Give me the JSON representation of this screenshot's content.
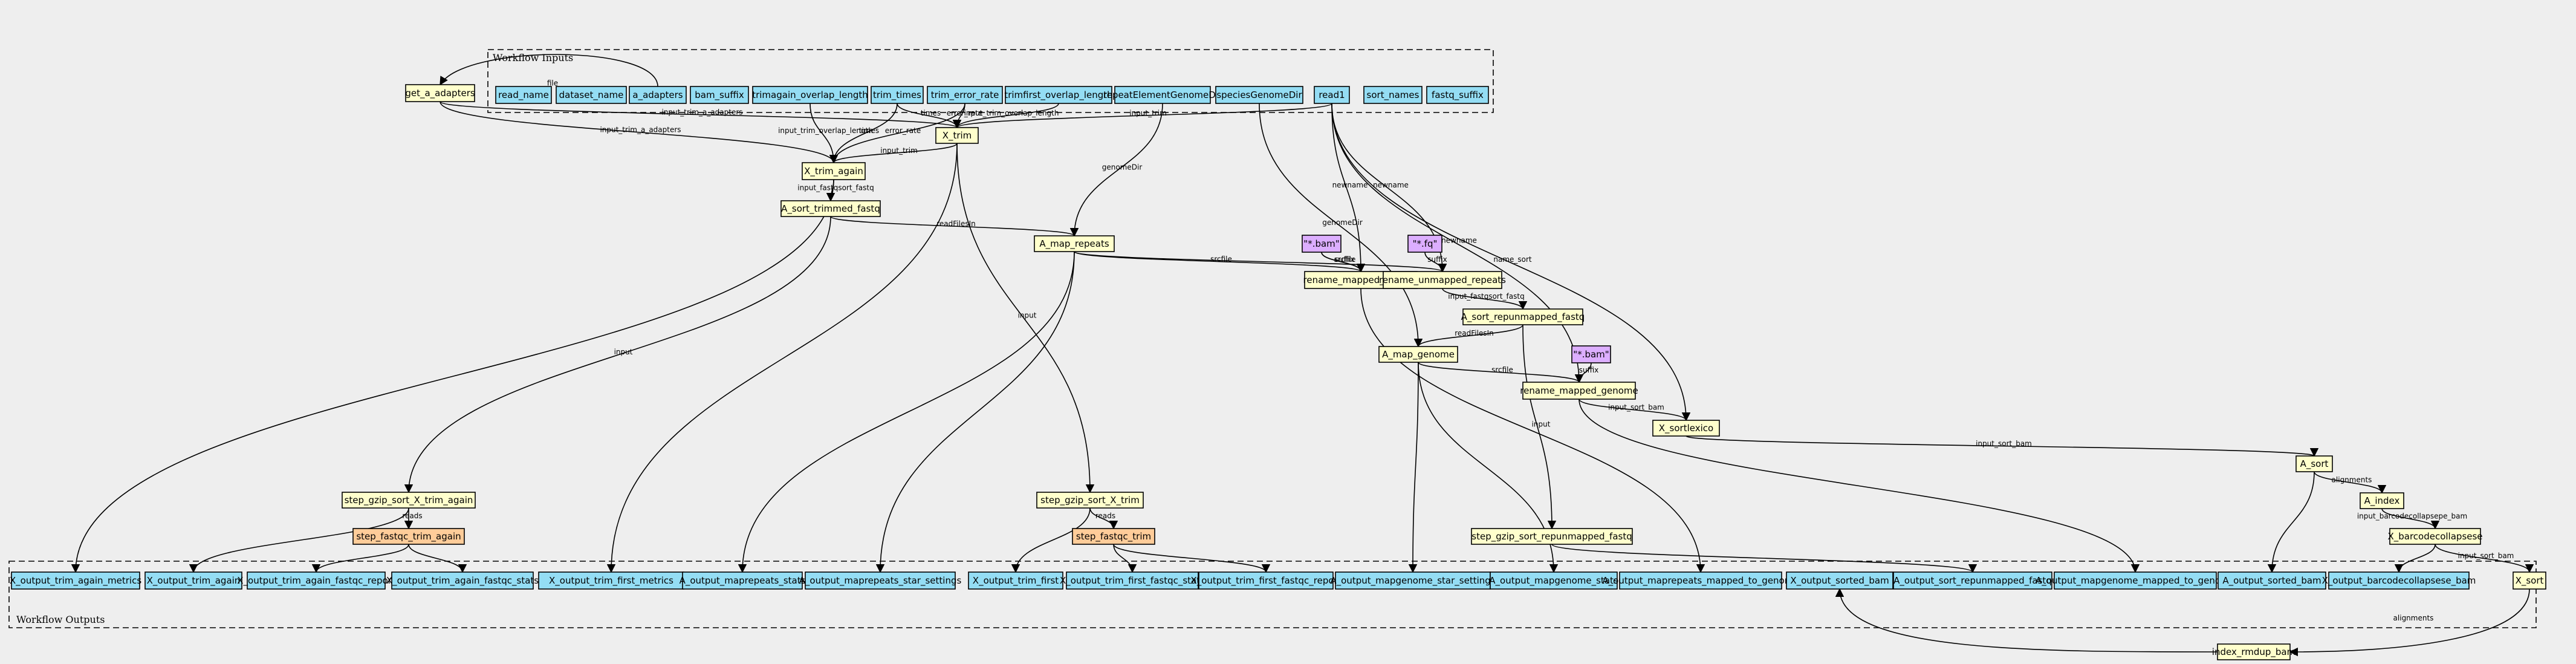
{
  "colors": {
    "background": "#eeeeee",
    "input": "#94ddf4",
    "step": "#ffffcc",
    "subworkflow": "#ffcc99",
    "constant": "#dcaeff"
  },
  "clusters": {
    "inputs": "Workflow Inputs",
    "outputs": "Workflow Outputs"
  },
  "nodes": {
    "read_name": {
      "label": "read_name",
      "kind": "input"
    },
    "dataset_name": {
      "label": "dataset_name",
      "kind": "input"
    },
    "a_adapters": {
      "label": "a_adapters",
      "kind": "input"
    },
    "bam_suffix": {
      "label": "bam_suffix",
      "kind": "input"
    },
    "trimagain_overlap_length": {
      "label": "trimagain_overlap_length",
      "kind": "input"
    },
    "trim_times": {
      "label": "trim_times",
      "kind": "input"
    },
    "trim_error_rate": {
      "label": "trim_error_rate",
      "kind": "input"
    },
    "trimfirst_overlap_length": {
      "label": "trimfirst_overlap_length",
      "kind": "input"
    },
    "repeatElementGenomeDir": {
      "label": "repeatElementGenomeDir",
      "kind": "input"
    },
    "speciesGenomeDir": {
      "label": "speciesGenomeDir",
      "kind": "input"
    },
    "read1": {
      "label": "read1",
      "kind": "input"
    },
    "sort_names": {
      "label": "sort_names",
      "kind": "input"
    },
    "fastq_suffix": {
      "label": "fastq_suffix",
      "kind": "input"
    },
    "get_a_adapters": {
      "label": "get_a_adapters",
      "kind": "step"
    },
    "X_trim": {
      "label": "X_trim",
      "kind": "step"
    },
    "X_trim_again": {
      "label": "X_trim_again",
      "kind": "step"
    },
    "A_sort_trimmed_fastq": {
      "label": "A_sort_trimmed_fastq",
      "kind": "step"
    },
    "A_map_repeats": {
      "label": "A_map_repeats",
      "kind": "step"
    },
    "bam_const1": {
      "label": "\"*.bam\"",
      "kind": "constant"
    },
    "fq_const": {
      "label": "\"*.fq\"",
      "kind": "constant"
    },
    "rename_mapped_repeats": {
      "label": "rename_mapped_repeats",
      "kind": "step"
    },
    "rename_unmapped_repeats": {
      "label": "rename_unmapped_repeats",
      "kind": "step"
    },
    "A_sort_repunmapped_fastq": {
      "label": "A_sort_repunmapped_fastq",
      "kind": "step"
    },
    "A_map_genome": {
      "label": "A_map_genome",
      "kind": "step"
    },
    "bam_const2": {
      "label": "\"*.bam\"",
      "kind": "constant"
    },
    "rename_mapped_genome": {
      "label": "rename_mapped_genome",
      "kind": "step"
    },
    "X_sortlexico": {
      "label": "X_sortlexico",
      "kind": "step"
    },
    "A_sort": {
      "label": "A_sort",
      "kind": "step"
    },
    "A_index": {
      "label": "A_index",
      "kind": "step"
    },
    "X_barcodecollapsese": {
      "label": "X_barcodecollapsese",
      "kind": "step"
    },
    "X_sort": {
      "label": "X_sort",
      "kind": "step"
    },
    "index_rmdup_bam": {
      "label": "index_rmdup_bam",
      "kind": "step"
    },
    "step_gzip_sort_X_trim_again": {
      "label": "step_gzip_sort_X_trim_again",
      "kind": "step"
    },
    "step_fastqc_trim_again": {
      "label": "step_fastqc_trim_again",
      "kind": "subworkflow"
    },
    "step_gzip_sort_X_trim": {
      "label": "step_gzip_sort_X_trim",
      "kind": "step"
    },
    "step_fastqc_trim": {
      "label": "step_fastqc_trim",
      "kind": "subworkflow"
    },
    "step_gzip_sort_repunmapped_fastq": {
      "label": "step_gzip_sort_repunmapped_fastq",
      "kind": "step"
    },
    "X_output_trim_again_metrics": {
      "label": "X_output_trim_again_metrics",
      "kind": "input"
    },
    "X_output_trim_again": {
      "label": "X_output_trim_again",
      "kind": "input"
    },
    "X_output_trim_again_fastqc_report": {
      "label": "X_output_trim_again_fastqc_report",
      "kind": "input"
    },
    "X_output_trim_again_fastqc_stats": {
      "label": "X_output_trim_again_fastqc_stats",
      "kind": "input"
    },
    "X_output_trim_first_metrics": {
      "label": "X_output_trim_first_metrics",
      "kind": "input"
    },
    "A_output_maprepeats_stats": {
      "label": "A_output_maprepeats_stats",
      "kind": "input"
    },
    "A_output_maprepeats_star_settings": {
      "label": "A_output_maprepeats_star_settings",
      "kind": "input"
    },
    "X_output_trim_first": {
      "label": "X_output_trim_first",
      "kind": "input"
    },
    "X_output_trim_first_fastqc_stats": {
      "label": "X_output_trim_first_fastqc_stats",
      "kind": "input"
    },
    "X_output_trim_first_fastqc_report": {
      "label": "X_output_trim_first_fastqc_report",
      "kind": "input"
    },
    "A_output_mapgenome_star_settings": {
      "label": "A_output_mapgenome_star_settings",
      "kind": "input"
    },
    "A_output_mapgenome_stats": {
      "label": "A_output_mapgenome_stats",
      "kind": "input"
    },
    "A_output_maprepeats_mapped_to_genome": {
      "label": "A_output_maprepeats_mapped_to_genome",
      "kind": "input"
    },
    "X_output_sorted_bam": {
      "label": "X_output_sorted_bam",
      "kind": "input"
    },
    "A_output_sort_repunmapped_fastq": {
      "label": "A_output_sort_repunmapped_fastq",
      "kind": "input"
    },
    "A_output_mapgenome_mapped_to_genome": {
      "label": "A_output_mapgenome_mapped_to_genome",
      "kind": "input"
    },
    "A_output_sorted_bam": {
      "label": "A_output_sorted_bam",
      "kind": "input"
    },
    "X_output_barcodecollapsese_bam": {
      "label": "X_output_barcodecollapsese_bam",
      "kind": "input"
    }
  },
  "edges": [
    {
      "from": "a_adapters",
      "to": "get_a_adapters",
      "label": "file"
    },
    {
      "from": "get_a_adapters",
      "to": "X_trim",
      "label": "input_trim_a_adapters"
    },
    {
      "from": "get_a_adapters",
      "to": "X_trim_again",
      "label": "input_trim_a_adapters"
    },
    {
      "from": "trim_times",
      "to": "X_trim",
      "label": "times"
    },
    {
      "from": "trim_error_rate",
      "to": "X_trim",
      "label": "error_rate"
    },
    {
      "from": "trimfirst_overlap_length",
      "to": "X_trim",
      "label": "input_trim_overlap_length"
    },
    {
      "from": "read1",
      "to": "X_trim",
      "label": "input_trim"
    },
    {
      "from": "trimagain_overlap_length",
      "to": "X_trim_again",
      "label": "input_trim_overlap_length"
    },
    {
      "from": "trim_times",
      "to": "X_trim_again",
      "label": "times"
    },
    {
      "from": "trim_error_rate",
      "to": "X_trim_again",
      "label": "error_rate"
    },
    {
      "from": "X_trim",
      "to": "X_trim_again",
      "label": "input_trim"
    },
    {
      "from": "X_trim_again",
      "to": "A_sort_trimmed_fastq",
      "label": "input_fastqsort_fastq"
    },
    {
      "from": "A_sort_trimmed_fastq",
      "to": "A_map_repeats",
      "label": "readFilesIn"
    },
    {
      "from": "repeatElementGenomeDir",
      "to": "A_map_repeats",
      "label": "genomeDir"
    },
    {
      "from": "A_map_repeats",
      "to": "rename_mapped_repeats",
      "label": "srcfile"
    },
    {
      "from": "bam_const1",
      "to": "rename_mapped_repeats",
      "label": "srcfile"
    },
    {
      "from": "bam_const1",
      "to": "rename_mapped_repeats",
      "label": "suffix"
    },
    {
      "from": "read1",
      "to": "rename_mapped_repeats",
      "label": "newname"
    },
    {
      "from": "A_map_repeats",
      "to": "rename_unmapped_repeats",
      "label": ""
    },
    {
      "from": "fq_const",
      "to": "rename_unmapped_repeats",
      "label": "suffix"
    },
    {
      "from": "read1",
      "to": "rename_unmapped_repeats",
      "label": "newname"
    },
    {
      "from": "rename_unmapped_repeats",
      "to": "A_sort_repunmapped_fastq",
      "label": "input_fastqsort_fastq"
    },
    {
      "from": "A_sort_repunmapped_fastq",
      "to": "A_map_genome",
      "label": "readFilesIn"
    },
    {
      "from": "speciesGenomeDir",
      "to": "A_map_genome",
      "label": "genomeDir"
    },
    {
      "from": "A_map_genome",
      "to": "rename_mapped_genome",
      "label": "srcfile"
    },
    {
      "from": "bam_const2",
      "to": "rename_mapped_genome",
      "label": "suffix"
    },
    {
      "from": "read1",
      "to": "rename_mapped_genome",
      "label": "newname"
    },
    {
      "from": "rename_mapped_genome",
      "to": "X_sortlexico",
      "label": "input_sort_bam"
    },
    {
      "from": "read1",
      "to": "X_sortlexico",
      "label": "name_sort"
    },
    {
      "from": "X_sortlexico",
      "to": "A_sort",
      "label": "input_sort_bam"
    },
    {
      "from": "A_sort",
      "to": "A_index",
      "label": "alignments"
    },
    {
      "from": "A_index",
      "to": "X_barcodecollapsese",
      "label": "input_barcodecollapsepe_bam"
    },
    {
      "from": "X_barcodecollapsese",
      "to": "X_sort",
      "label": "input_sort_bam"
    },
    {
      "from": "X_sort",
      "to": "index_rmdup_bam",
      "label": "alignments"
    },
    {
      "from": "index_rmdup_bam",
      "to": "X_output_sorted_bam",
      "label": ""
    },
    {
      "from": "A_sort_trimmed_fastq",
      "to": "step_gzip_sort_X_trim_again",
      "label": "input"
    },
    {
      "from": "step_gzip_sort_X_trim_again",
      "to": "step_fastqc_trim_again",
      "label": "reads"
    },
    {
      "from": "X_trim",
      "to": "step_gzip_sort_X_trim",
      "label": "input"
    },
    {
      "from": "step_gzip_sort_X_trim",
      "to": "step_fastqc_trim",
      "label": "reads"
    },
    {
      "from": "A_sort_repunmapped_fastq",
      "to": "step_gzip_sort_repunmapped_fastq",
      "label": "input"
    },
    {
      "from": "X_trim_again",
      "to": "X_output_trim_again_metrics",
      "label": ""
    },
    {
      "from": "step_gzip_sort_X_trim_again",
      "to": "X_output_trim_again",
      "label": ""
    },
    {
      "from": "step_fastqc_trim_again",
      "to": "X_output_trim_again_fastqc_report",
      "label": ""
    },
    {
      "from": "step_fastqc_trim_again",
      "to": "X_output_trim_again_fastqc_stats",
      "label": ""
    },
    {
      "from": "X_trim",
      "to": "X_output_trim_first_metrics",
      "label": ""
    },
    {
      "from": "A_map_repeats",
      "to": "A_output_maprepeats_stats",
      "label": ""
    },
    {
      "from": "A_map_repeats",
      "to": "A_output_maprepeats_star_settings",
      "label": ""
    },
    {
      "from": "step_gzip_sort_X_trim",
      "to": "X_output_trim_first",
      "label": ""
    },
    {
      "from": "step_fastqc_trim",
      "to": "X_output_trim_first_fastqc_stats",
      "label": ""
    },
    {
      "from": "step_fastqc_trim",
      "to": "X_output_trim_first_fastqc_report",
      "label": ""
    },
    {
      "from": "A_map_genome",
      "to": "A_output_mapgenome_star_settings",
      "label": ""
    },
    {
      "from": "A_map_genome",
      "to": "A_output_mapgenome_stats",
      "label": ""
    },
    {
      "from": "rename_mapped_repeats",
      "to": "A_output_maprepeats_mapped_to_genome",
      "label": ""
    },
    {
      "from": "step_gzip_sort_repunmapped_fastq",
      "to": "A_output_sort_repunmapped_fastq",
      "label": ""
    },
    {
      "from": "rename_mapped_genome",
      "to": "A_output_mapgenome_mapped_to_genome",
      "label": ""
    },
    {
      "from": "A_sort",
      "to": "A_output_sorted_bam",
      "label": ""
    },
    {
      "from": "X_barcodecollapsese",
      "to": "X_output_barcodecollapsese_bam",
      "label": ""
    }
  ]
}
